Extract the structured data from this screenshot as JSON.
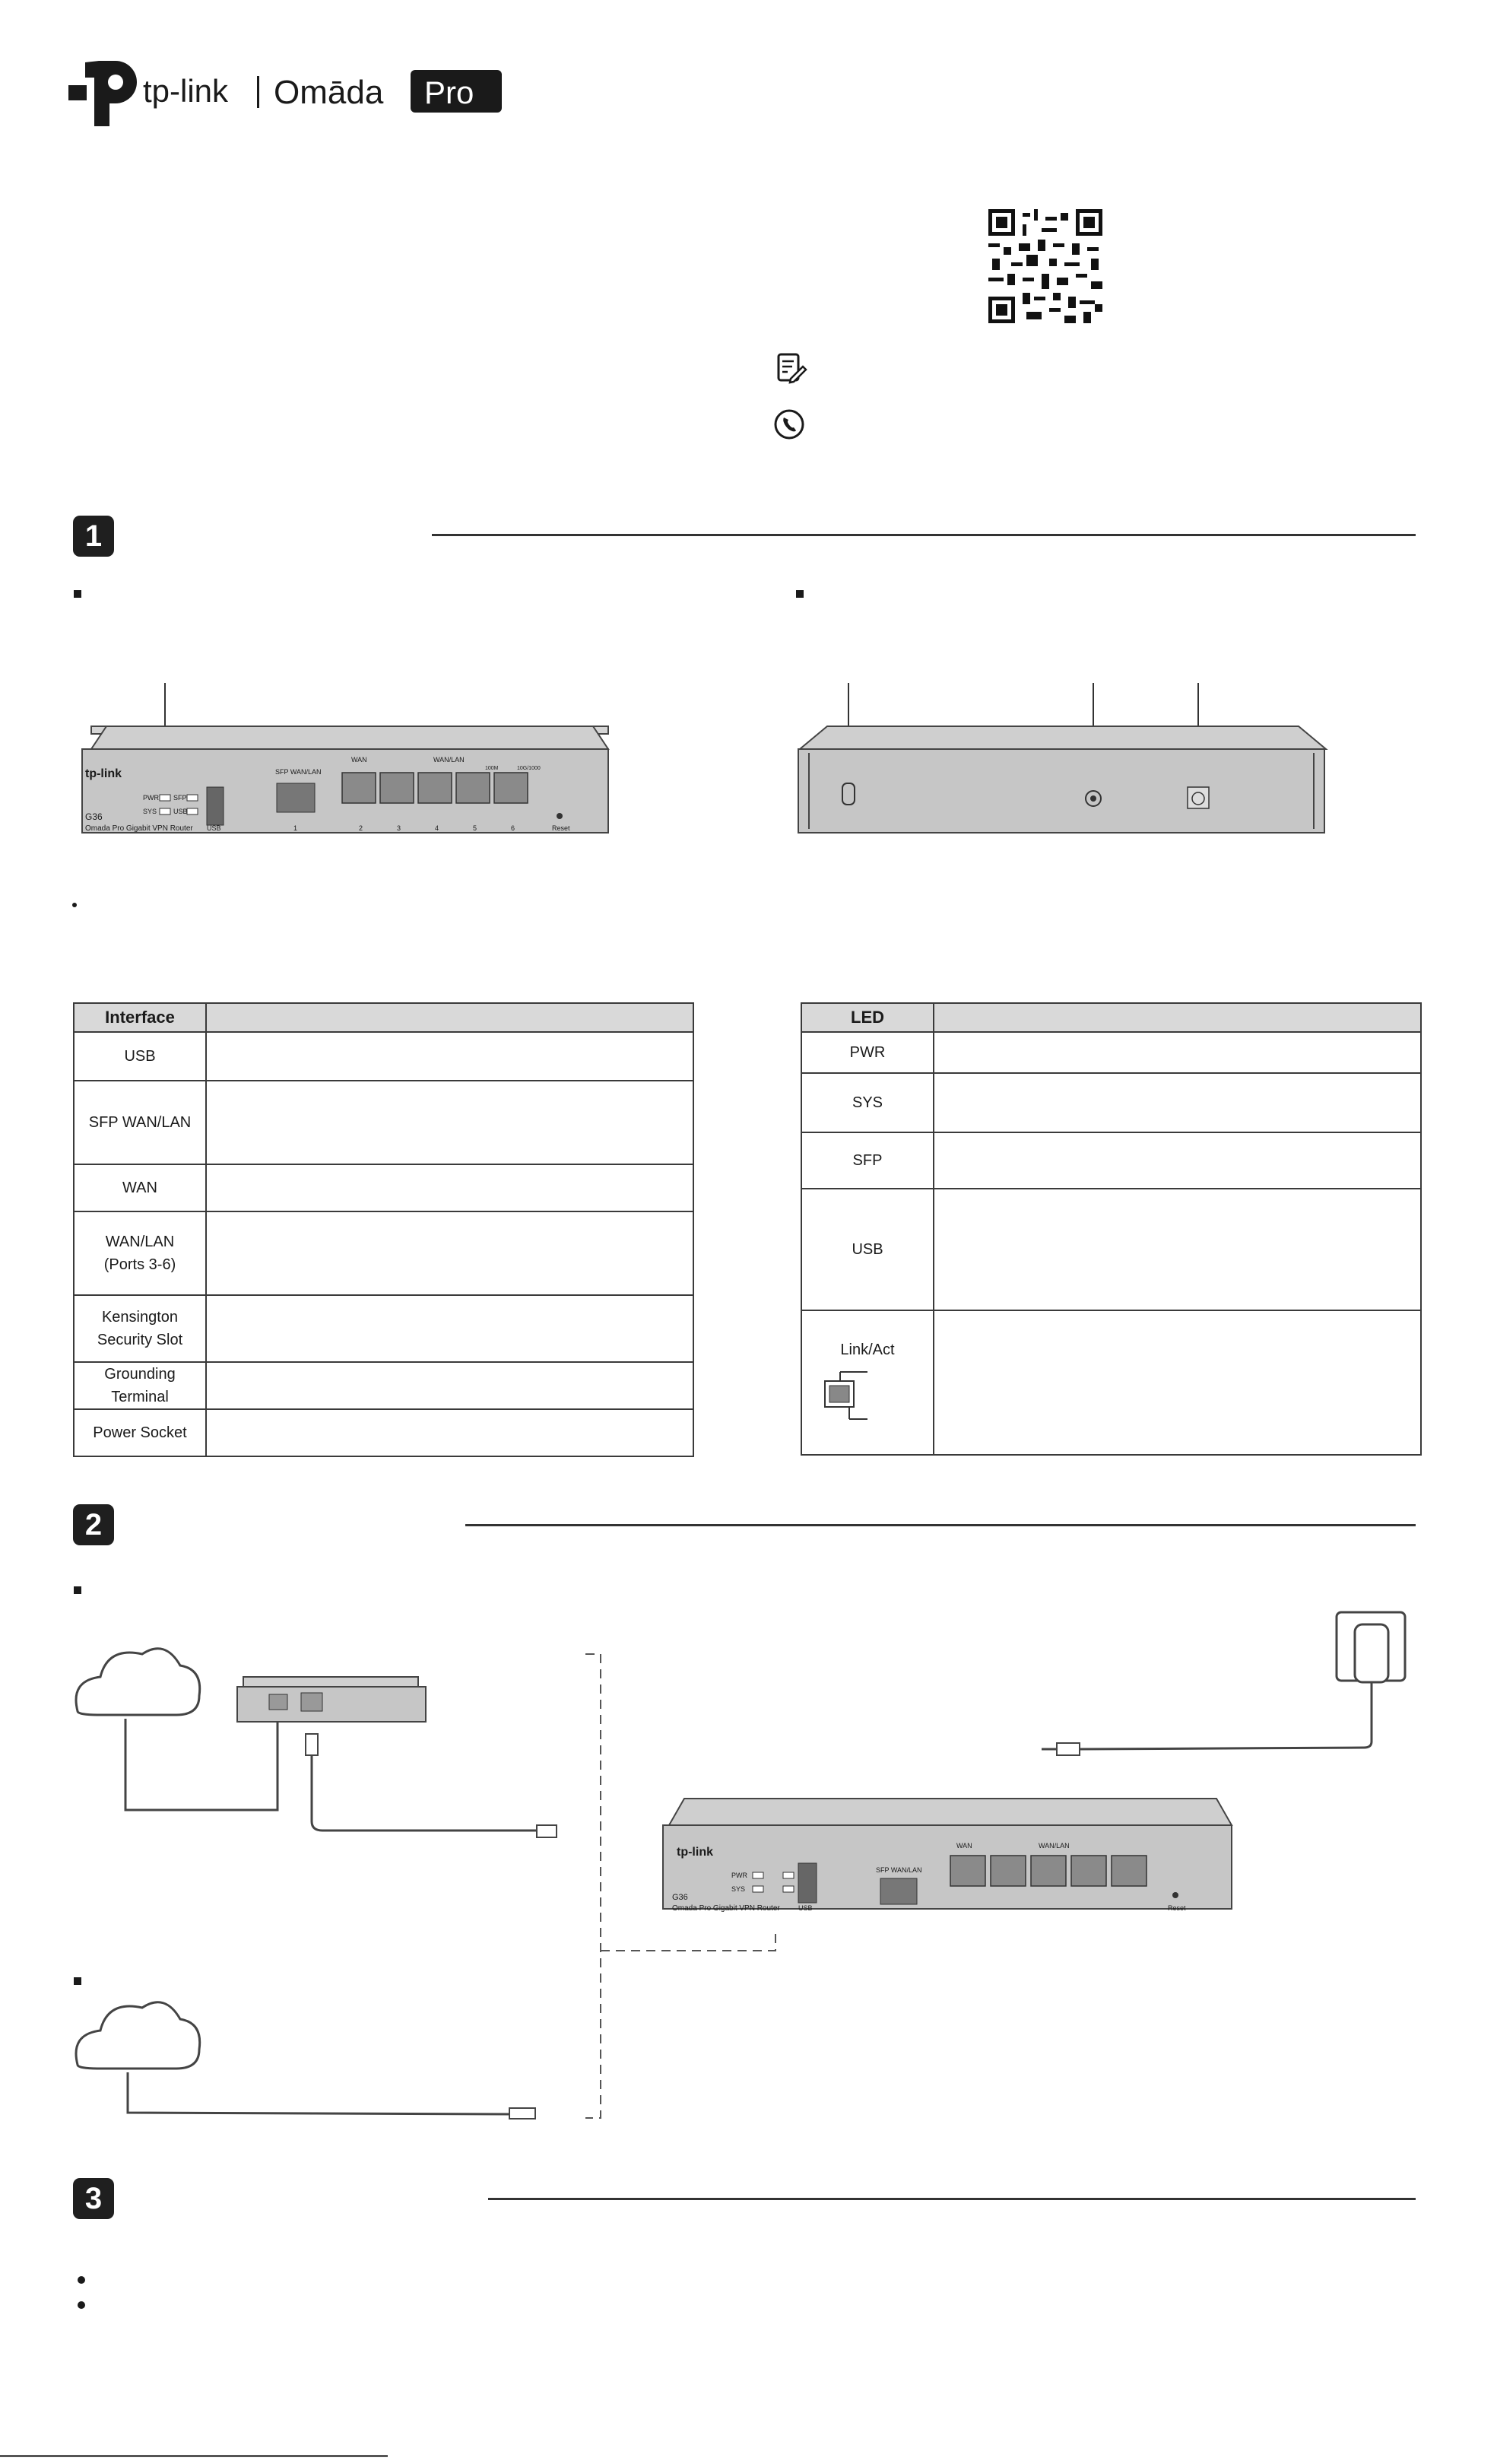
{
  "brand": {
    "logo_name": "tp-link",
    "product_line": "Omāda",
    "product_badge": "Pro"
  },
  "device": {
    "model": "G36",
    "description": "Omada Pro Gigabit VPN Router",
    "front_labels": {
      "pwr": "PWR",
      "sfp": "SFP",
      "sys": "SYS",
      "usb_led": "USB",
      "usb_port": "USB",
      "sfp_port": "SFP WAN/LAN",
      "wan": "WAN",
      "wanlan": "WAN/LAN",
      "speed1": "100M",
      "speed2": "10G/1000",
      "reset": "Reset",
      "port_numbers": [
        "1",
        "2",
        "3",
        "4",
        "5",
        "6"
      ]
    }
  },
  "sections": {
    "s1": "1",
    "s2": "2",
    "s3": "3"
  },
  "interface_table": {
    "header": "Interface",
    "rows": [
      {
        "label": "USB"
      },
      {
        "label": "SFP WAN/LAN"
      },
      {
        "label": "WAN"
      },
      {
        "label": "WAN/LAN\n(Ports 3-6)"
      },
      {
        "label": "Kensington\nSecurity Slot"
      },
      {
        "label": "Grounding\nTerminal"
      },
      {
        "label": "Power Socket"
      }
    ]
  },
  "led_table": {
    "header": "LED",
    "rows": [
      {
        "label": "PWR"
      },
      {
        "label": "SYS"
      },
      {
        "label": "SFP"
      },
      {
        "label": "USB"
      },
      {
        "label": "Link/Act"
      }
    ]
  },
  "icons": [
    "tp-link-logo-icon",
    "qr-code-icon",
    "document-edit-icon",
    "phone-icon",
    "cloud-icon",
    "power-adapter-icon"
  ],
  "colors": {
    "device_body": "#c9c9c9",
    "dark": "#1f1f1f",
    "table_header": "#d9d9d9"
  }
}
